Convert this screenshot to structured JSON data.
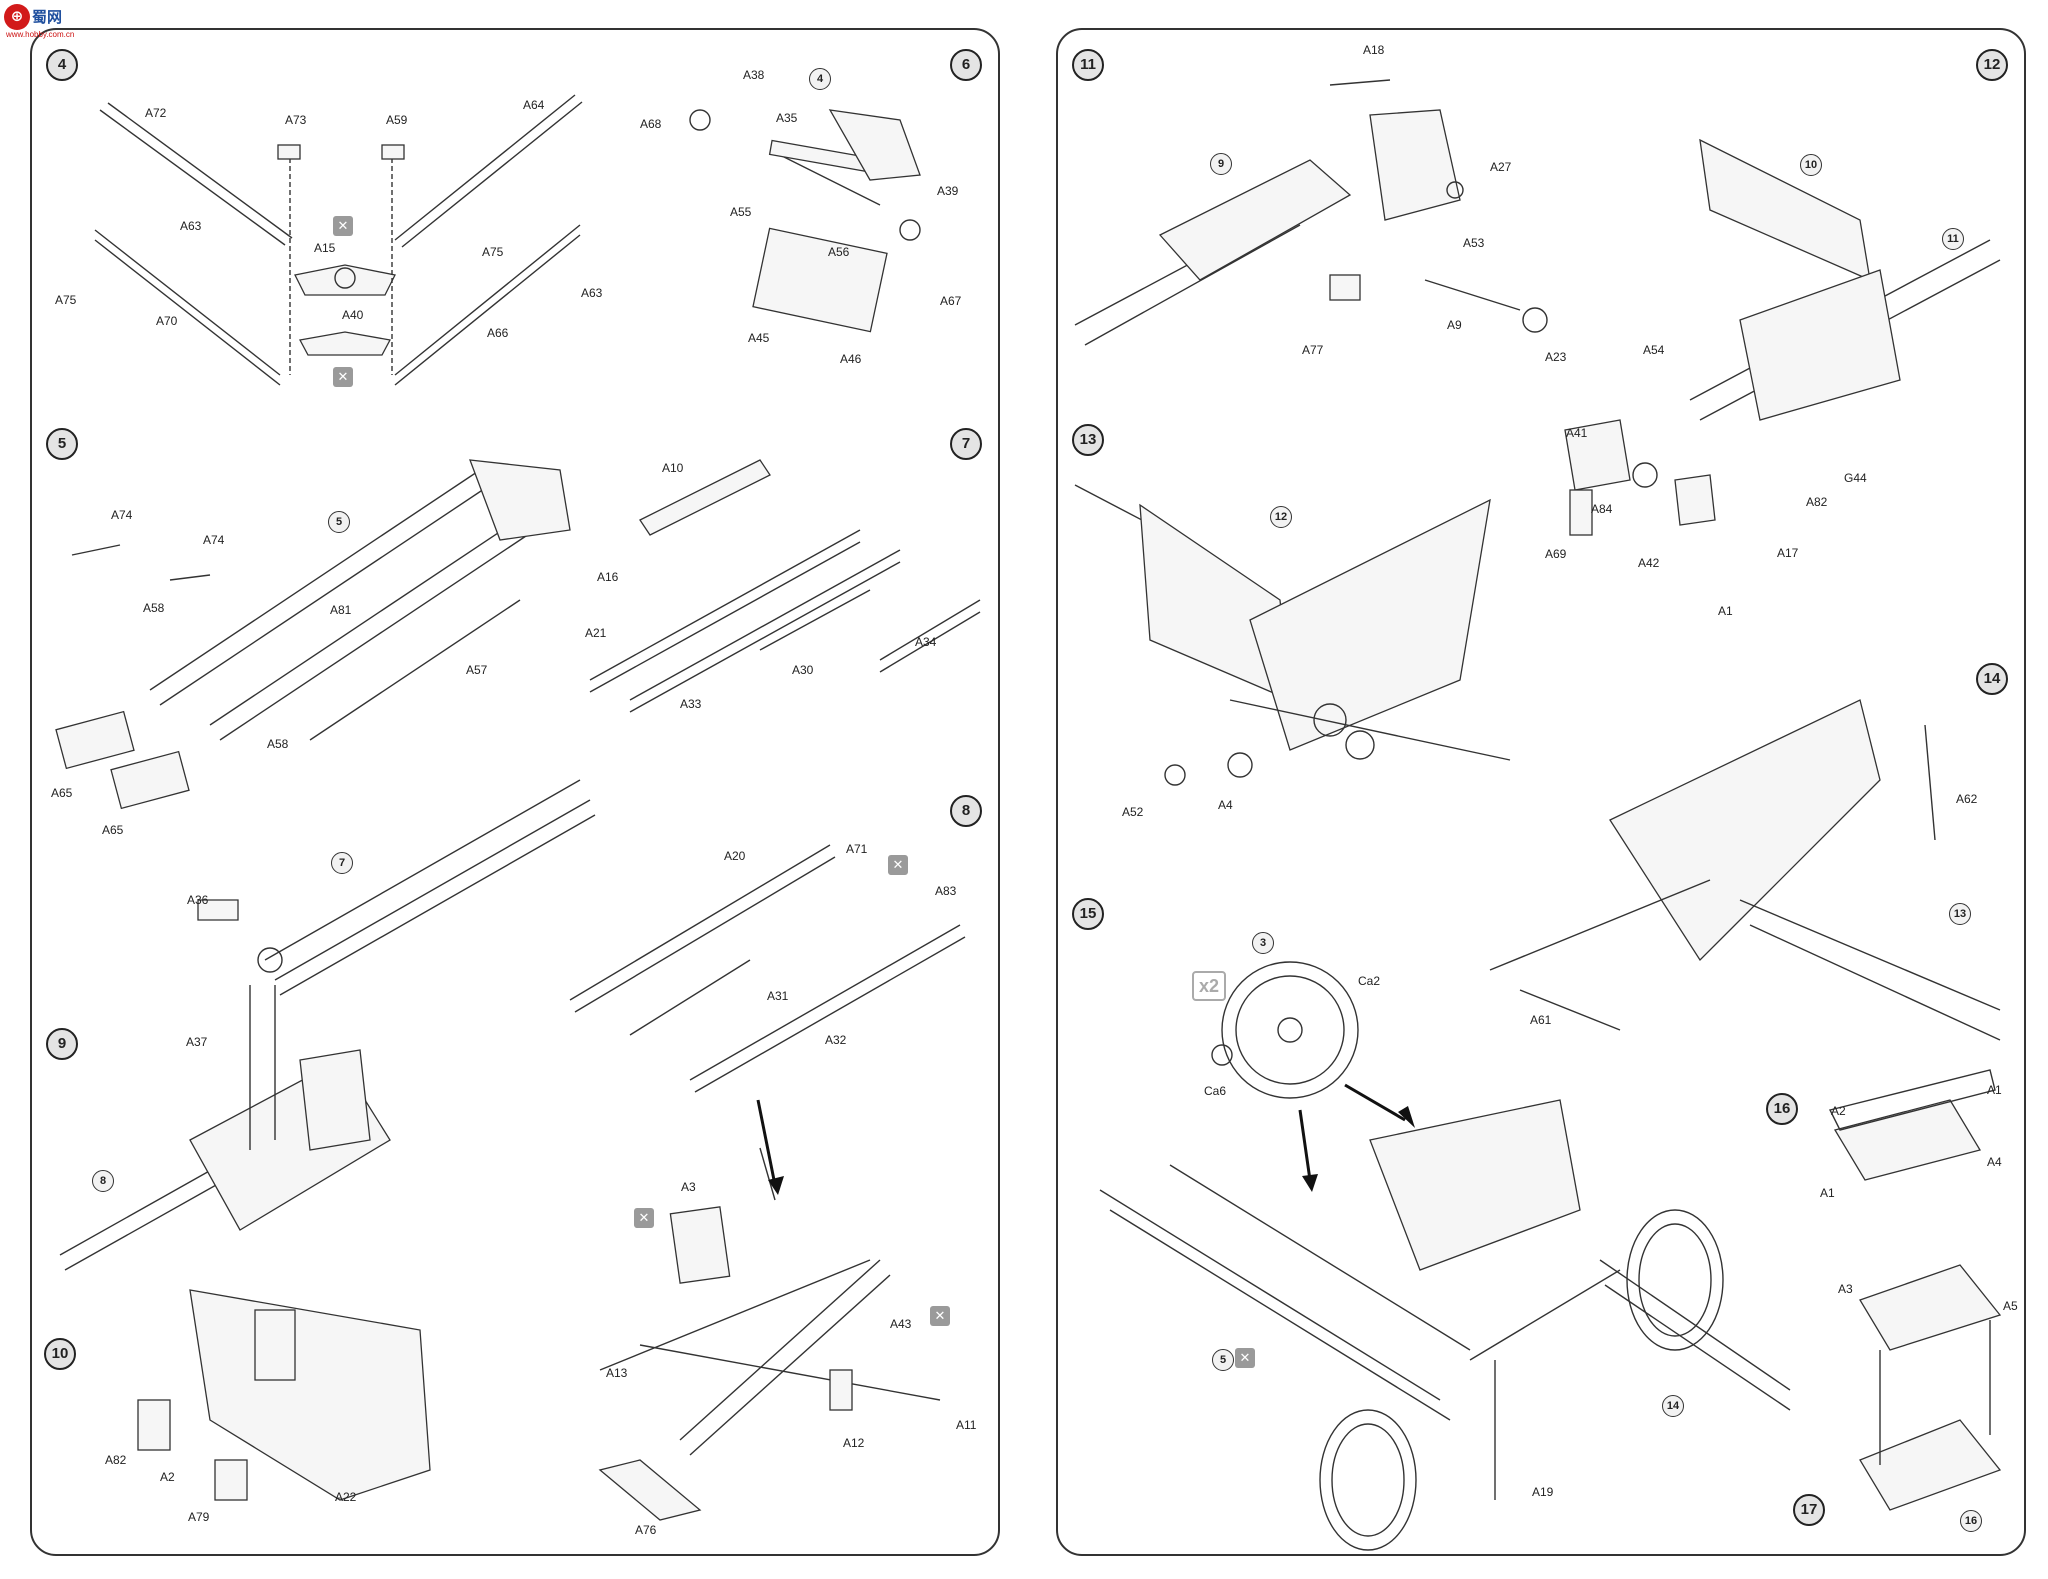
{
  "logo": {
    "mark": "⊕",
    "text": "蜀网",
    "url": "www.hobby.com.cn"
  },
  "steps": {
    "s4": "4",
    "s5": "5",
    "s6": "6",
    "s7": "7",
    "s8": "8",
    "s9": "9",
    "s10": "10",
    "s11": "11",
    "s12": "12",
    "s13": "13",
    "s14": "14",
    "s15": "15",
    "s16": "16",
    "s17": "17"
  },
  "subassemblies": {
    "s6_from4": "4",
    "s5_ref5": "5",
    "s9_ref7": "7",
    "s9_ref8": "8",
    "s11_ref9": "9",
    "s12_ref10": "10",
    "s12_ref11": "11",
    "s13_ref12": "12",
    "s14_ref13": "13",
    "s15_ref3": "3",
    "s15_ref5": "5",
    "s15_ref14": "14",
    "s17_ref16": "16"
  },
  "multiplier": "x2",
  "glue_icon": "glue-icon",
  "parts": {
    "A72": "A72",
    "A73": "A73",
    "A59": "A59",
    "A64": "A64",
    "A63a": "A63",
    "A63b": "A63",
    "A75a": "A75",
    "A75b": "A75",
    "A15": "A15",
    "A40": "A40",
    "A70": "A70",
    "A66": "A66",
    "A68": "A68",
    "A38": "A38",
    "A35": "A35",
    "A55": "A55",
    "A56": "A56",
    "A39": "A39",
    "A45": "A45",
    "A46": "A46",
    "A67": "A67",
    "A74a": "A74",
    "A74b": "A74",
    "A58a": "A58",
    "A58b": "A58",
    "A81": "A81",
    "A57": "A57",
    "A65a": "A65",
    "A65b": "A65",
    "A10": "A10",
    "A16": "A16",
    "A21": "A21",
    "A30": "A30",
    "A33": "A33",
    "A34": "A34",
    "A36": "A36",
    "A37": "A37",
    "A20": "A20",
    "A71": "A71",
    "A83": "A83",
    "A31": "A31",
    "A32": "A32",
    "A3": "A3",
    "A43": "A43",
    "A13": "A13",
    "A12": "A12",
    "A11": "A11",
    "A76": "A76",
    "A82": "A82",
    "A2": "A2",
    "A79": "A79",
    "A22": "A22",
    "A18": "A18",
    "A27": "A27",
    "A53": "A53",
    "A77": "A77",
    "A9": "A9",
    "A23": "A23",
    "A54": "A54",
    "A41": "A41",
    "A84": "A84",
    "A69": "A69",
    "A42": "A42",
    "A17": "A17",
    "A1": "A1",
    "A82r": "A82",
    "G44": "G44",
    "A52": "A52",
    "A4": "A4",
    "A62": "A62",
    "A61": "A61",
    "Ca2": "Ca2",
    "Ca6": "Ca6",
    "A19": "A19",
    "A1a": "A1",
    "A2r": "A2",
    "A4r": "A4",
    "A1b": "A1",
    "A3r": "A3",
    "A5": "A5"
  }
}
